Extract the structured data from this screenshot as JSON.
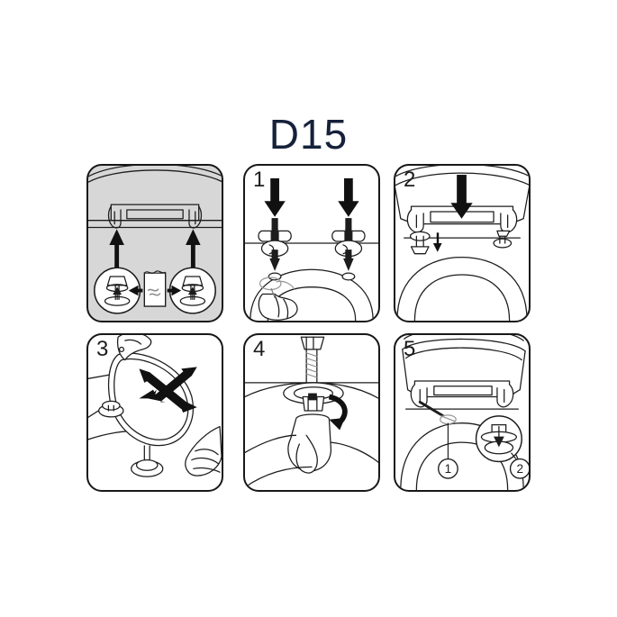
{
  "document": {
    "title": "D15",
    "type": "assembly-instruction-diagram",
    "subject": "toilet seat hinge installation",
    "background_color": "#ffffff",
    "title_color": "#16213a",
    "line_color": "#1d1d1d",
    "gray_fill": "#d7d7d7",
    "arrow_color": "#111111"
  },
  "panels": [
    {
      "id": "panel-parts",
      "number": "",
      "background": "gray",
      "caption": "Parts bag with two hinge bolt assemblies; arrows point up to the two hinge positions on the pan.",
      "elements": [
        "ceramic-pan-outline",
        "hinge-bar",
        "left-hinge-clip",
        "right-hinge-clip",
        "up-arrow-left",
        "up-arrow-right",
        "detail-circle-left",
        "detail-circle-right",
        "parts-bag",
        "spread-arrow-left",
        "spread-arrow-right"
      ]
    },
    {
      "id": "panel-1",
      "number": "1",
      "background": "white",
      "caption": "Insert the two bolt assemblies downward through the fixing holes; press the retaining clip from below.",
      "elements": [
        "down-arrow-left",
        "down-arrow-right",
        "bolt-assembly-left",
        "bolt-assembly-right",
        "pan-surface-line",
        "hand-pressing",
        "washer-ring-left",
        "washer-ring-right"
      ]
    },
    {
      "id": "panel-2",
      "number": "2",
      "background": "white",
      "caption": "Lower the seat hinge bar onto the fitted bolts.",
      "elements": [
        "seat-outline",
        "hinge-bar",
        "down-arrow-center",
        "bolt-head-left",
        "bolt-head-right",
        "small-down-arrow",
        "pan-outline"
      ]
    },
    {
      "id": "panel-3",
      "number": "3",
      "background": "white",
      "caption": "Slide the seat forward/back and side to side to align it on the pan.",
      "elements": [
        "seat-lid",
        "crossed-adjust-arrows",
        "hand-upper",
        "hand-lower",
        "bolt-foot-left",
        "bolt-foot-right",
        "pan-outline"
      ]
    },
    {
      "id": "panel-4",
      "number": "4",
      "background": "white",
      "caption": "From underneath, turn the nut clockwise onto the bolt to tighten.",
      "elements": [
        "bolt-shaft",
        "bolt-head-top",
        "washer",
        "nut",
        "rotation-arrow",
        "hand-underneath",
        "pan-underside-outline"
      ]
    },
    {
      "id": "panel-5",
      "number": "5",
      "background": "white",
      "caption": "Fit hinge cover caps: 1 clip-on cover, 2 bolt cap detail.",
      "elements": [
        "seat-outline",
        "hinge-bar",
        "cover-cap",
        "callout-leader-1",
        "callout-leader-2",
        "detail-circle",
        "callout-badge-1",
        "callout-badge-2"
      ],
      "callouts": [
        {
          "label": "1",
          "name": "callout-one"
        },
        {
          "label": "2",
          "name": "callout-two"
        }
      ]
    }
  ]
}
